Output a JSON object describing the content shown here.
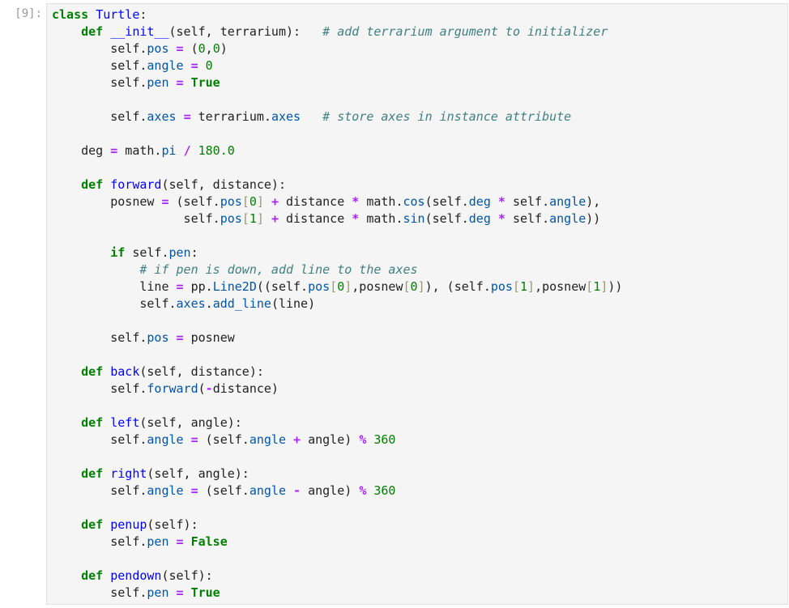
{
  "cell": {
    "prompt": "[9]:",
    "lines": [
      [
        [
          "kw",
          "class"
        ],
        [
          "tx",
          " "
        ],
        [
          "def",
          "Turtle"
        ],
        [
          "tx",
          ":"
        ]
      ],
      [
        [
          "tx",
          "    "
        ],
        [
          "kw",
          "def"
        ],
        [
          "tx",
          " "
        ],
        [
          "def",
          "__init__"
        ],
        [
          "tx",
          "(self, terrarium):   "
        ],
        [
          "cm",
          "# add terrarium argument to initializer"
        ]
      ],
      [
        [
          "tx",
          "        self."
        ],
        [
          "attr",
          "pos"
        ],
        [
          "tx",
          " "
        ],
        [
          "op",
          "="
        ],
        [
          "tx",
          " ("
        ],
        [
          "num",
          "0"
        ],
        [
          "tx",
          ","
        ],
        [
          "num",
          "0"
        ],
        [
          "tx",
          ")"
        ]
      ],
      [
        [
          "tx",
          "        self."
        ],
        [
          "attr",
          "angle"
        ],
        [
          "tx",
          " "
        ],
        [
          "op",
          "="
        ],
        [
          "tx",
          " "
        ],
        [
          "num",
          "0"
        ]
      ],
      [
        [
          "tx",
          "        self."
        ],
        [
          "attr",
          "pen"
        ],
        [
          "tx",
          " "
        ],
        [
          "op",
          "="
        ],
        [
          "tx",
          " "
        ],
        [
          "bi",
          "True"
        ]
      ],
      [],
      [
        [
          "tx",
          "        self."
        ],
        [
          "attr",
          "axes"
        ],
        [
          "tx",
          " "
        ],
        [
          "op",
          "="
        ],
        [
          "tx",
          " terrarium."
        ],
        [
          "attr",
          "axes"
        ],
        [
          "tx",
          "   "
        ],
        [
          "cm",
          "# store axes in instance attribute"
        ]
      ],
      [],
      [
        [
          "tx",
          "    deg "
        ],
        [
          "op",
          "="
        ],
        [
          "tx",
          " math."
        ],
        [
          "attr",
          "pi"
        ],
        [
          "tx",
          " "
        ],
        [
          "op",
          "/"
        ],
        [
          "tx",
          " "
        ],
        [
          "num",
          "180.0"
        ]
      ],
      [],
      [
        [
          "tx",
          "    "
        ],
        [
          "kw",
          "def"
        ],
        [
          "tx",
          " "
        ],
        [
          "def",
          "forward"
        ],
        [
          "tx",
          "(self, distance):"
        ]
      ],
      [
        [
          "tx",
          "        posnew "
        ],
        [
          "op",
          "="
        ],
        [
          "tx",
          " (self."
        ],
        [
          "attr",
          "pos"
        ],
        [
          "br",
          "["
        ],
        [
          "num",
          "0"
        ],
        [
          "br",
          "]"
        ],
        [
          "tx",
          " "
        ],
        [
          "op",
          "+"
        ],
        [
          "tx",
          " distance "
        ],
        [
          "op",
          "*"
        ],
        [
          "tx",
          " math."
        ],
        [
          "attr",
          "cos"
        ],
        [
          "tx",
          "(self."
        ],
        [
          "attr",
          "deg"
        ],
        [
          "tx",
          " "
        ],
        [
          "op",
          "*"
        ],
        [
          "tx",
          " self."
        ],
        [
          "attr",
          "angle"
        ],
        [
          "tx",
          "),"
        ]
      ],
      [
        [
          "tx",
          "                  self."
        ],
        [
          "attr",
          "pos"
        ],
        [
          "br",
          "["
        ],
        [
          "num",
          "1"
        ],
        [
          "br",
          "]"
        ],
        [
          "tx",
          " "
        ],
        [
          "op",
          "+"
        ],
        [
          "tx",
          " distance "
        ],
        [
          "op",
          "*"
        ],
        [
          "tx",
          " math."
        ],
        [
          "attr",
          "sin"
        ],
        [
          "tx",
          "(self."
        ],
        [
          "attr",
          "deg"
        ],
        [
          "tx",
          " "
        ],
        [
          "op",
          "*"
        ],
        [
          "tx",
          " self."
        ],
        [
          "attr",
          "angle"
        ],
        [
          "tx",
          "))"
        ]
      ],
      [],
      [
        [
          "tx",
          "        "
        ],
        [
          "kw",
          "if"
        ],
        [
          "tx",
          " self."
        ],
        [
          "attr",
          "pen"
        ],
        [
          "tx",
          ":"
        ]
      ],
      [
        [
          "tx",
          "            "
        ],
        [
          "cm",
          "# if pen is down, add line to the axes"
        ]
      ],
      [
        [
          "tx",
          "            line "
        ],
        [
          "op",
          "="
        ],
        [
          "tx",
          " pp."
        ],
        [
          "attr",
          "Line2D"
        ],
        [
          "tx",
          "((self."
        ],
        [
          "attr",
          "pos"
        ],
        [
          "br",
          "["
        ],
        [
          "num",
          "0"
        ],
        [
          "br",
          "]"
        ],
        [
          "tx",
          ",posnew"
        ],
        [
          "br",
          "["
        ],
        [
          "num",
          "0"
        ],
        [
          "br",
          "]"
        ],
        [
          "tx",
          "), (self."
        ],
        [
          "attr",
          "pos"
        ],
        [
          "br",
          "["
        ],
        [
          "num",
          "1"
        ],
        [
          "br",
          "]"
        ],
        [
          "tx",
          ",posnew"
        ],
        [
          "br",
          "["
        ],
        [
          "num",
          "1"
        ],
        [
          "br",
          "]"
        ],
        [
          "tx",
          "))"
        ]
      ],
      [
        [
          "tx",
          "            self."
        ],
        [
          "attr",
          "axes"
        ],
        [
          "tx",
          "."
        ],
        [
          "attr",
          "add_line"
        ],
        [
          "tx",
          "(line)"
        ]
      ],
      [],
      [
        [
          "tx",
          "        self."
        ],
        [
          "attr",
          "pos"
        ],
        [
          "tx",
          " "
        ],
        [
          "op",
          "="
        ],
        [
          "tx",
          " posnew"
        ]
      ],
      [],
      [
        [
          "tx",
          "    "
        ],
        [
          "kw",
          "def"
        ],
        [
          "tx",
          " "
        ],
        [
          "def",
          "back"
        ],
        [
          "tx",
          "(self, distance):"
        ]
      ],
      [
        [
          "tx",
          "        self."
        ],
        [
          "attr",
          "forward"
        ],
        [
          "tx",
          "("
        ],
        [
          "op",
          "-"
        ],
        [
          "tx",
          "distance)"
        ]
      ],
      [],
      [
        [
          "tx",
          "    "
        ],
        [
          "kw",
          "def"
        ],
        [
          "tx",
          " "
        ],
        [
          "def",
          "left"
        ],
        [
          "tx",
          "(self, angle):"
        ]
      ],
      [
        [
          "tx",
          "        self."
        ],
        [
          "attr",
          "angle"
        ],
        [
          "tx",
          " "
        ],
        [
          "op",
          "="
        ],
        [
          "tx",
          " (self."
        ],
        [
          "attr",
          "angle"
        ],
        [
          "tx",
          " "
        ],
        [
          "op",
          "+"
        ],
        [
          "tx",
          " angle) "
        ],
        [
          "op",
          "%"
        ],
        [
          "tx",
          " "
        ],
        [
          "num",
          "360"
        ]
      ],
      [],
      [
        [
          "tx",
          "    "
        ],
        [
          "kw",
          "def"
        ],
        [
          "tx",
          " "
        ],
        [
          "def",
          "right"
        ],
        [
          "tx",
          "(self, angle):"
        ]
      ],
      [
        [
          "tx",
          "        self."
        ],
        [
          "attr",
          "angle"
        ],
        [
          "tx",
          " "
        ],
        [
          "op",
          "="
        ],
        [
          "tx",
          " (self."
        ],
        [
          "attr",
          "angle"
        ],
        [
          "tx",
          " "
        ],
        [
          "op",
          "-"
        ],
        [
          "tx",
          " angle) "
        ],
        [
          "op",
          "%"
        ],
        [
          "tx",
          " "
        ],
        [
          "num",
          "360"
        ]
      ],
      [],
      [
        [
          "tx",
          "    "
        ],
        [
          "kw",
          "def"
        ],
        [
          "tx",
          " "
        ],
        [
          "def",
          "penup"
        ],
        [
          "tx",
          "(self):"
        ]
      ],
      [
        [
          "tx",
          "        self."
        ],
        [
          "attr",
          "pen"
        ],
        [
          "tx",
          " "
        ],
        [
          "op",
          "="
        ],
        [
          "tx",
          " "
        ],
        [
          "bi",
          "False"
        ]
      ],
      [],
      [
        [
          "tx",
          "    "
        ],
        [
          "kw",
          "def"
        ],
        [
          "tx",
          " "
        ],
        [
          "def",
          "pendown"
        ],
        [
          "tx",
          "(self):"
        ]
      ],
      [
        [
          "tx",
          "        self."
        ],
        [
          "attr",
          "pen"
        ],
        [
          "tx",
          " "
        ],
        [
          "op",
          "="
        ],
        [
          "tx",
          " "
        ],
        [
          "bi",
          "True"
        ]
      ]
    ]
  }
}
